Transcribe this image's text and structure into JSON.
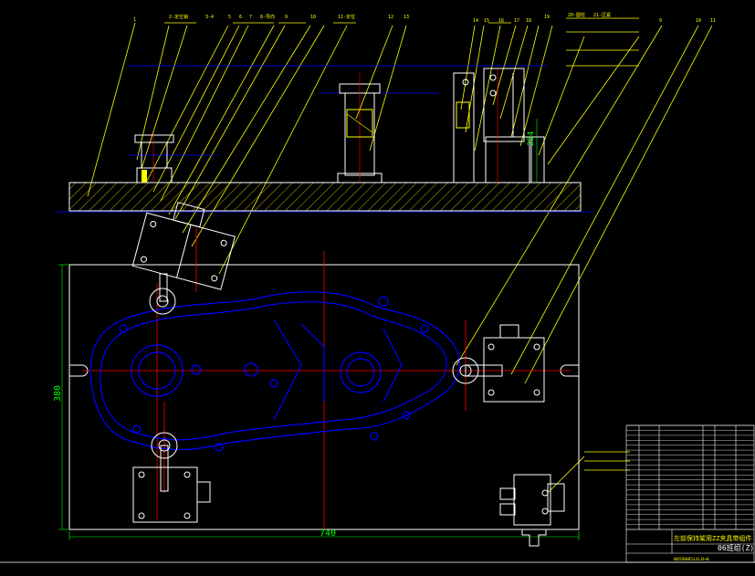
{
  "drawing": {
    "dimensions": {
      "width_label": "740",
      "height_label": "380",
      "small_label": "254"
    },
    "title_block": {
      "title": "左前保持架用ZZ夹具带组件",
      "drawing_no": "06班组(Z)",
      "footer_code": "UBCDEHHCGLXLJ4+B"
    },
    "colors": {
      "outline": "#ffffff",
      "part": "#0000ff",
      "center_line": "#ff0000",
      "leader": "#ffff00",
      "dimension": "#00ff00",
      "hatch": "#ffff00"
    }
  }
}
